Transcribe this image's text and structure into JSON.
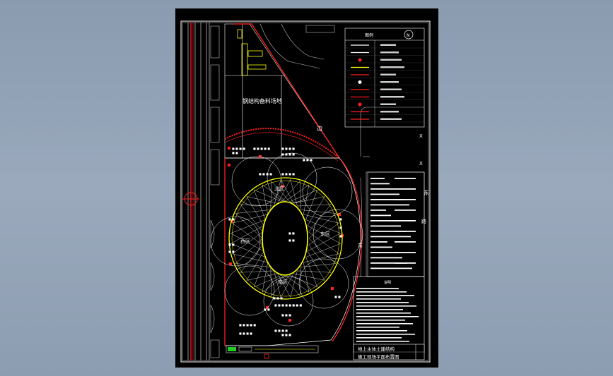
{
  "drawing": {
    "title_line1": "地上主体土建结构",
    "title_line2": "施工现场平面布置图",
    "zone_label": "钢结构备料场地",
    "zone_north": "北区",
    "zone_east": "东区",
    "zone_west": "西区",
    "zone_south": "南区",
    "road_char_1": "东",
    "road_char_2": "路",
    "road_char_3": "东",
    "road_char_4": "边",
    "north_mark": "N",
    "x_mark_1": "X",
    "x_mark_2": "X",
    "legend_title": "图例",
    "notes_title": "说明"
  },
  "colors": {
    "background": "#000000",
    "frame": "#ffffff",
    "stadium": "#ffff00",
    "site_boundary": "#ff2020",
    "grid_lines": "#ffffff",
    "text_cad": "#ffffff"
  }
}
